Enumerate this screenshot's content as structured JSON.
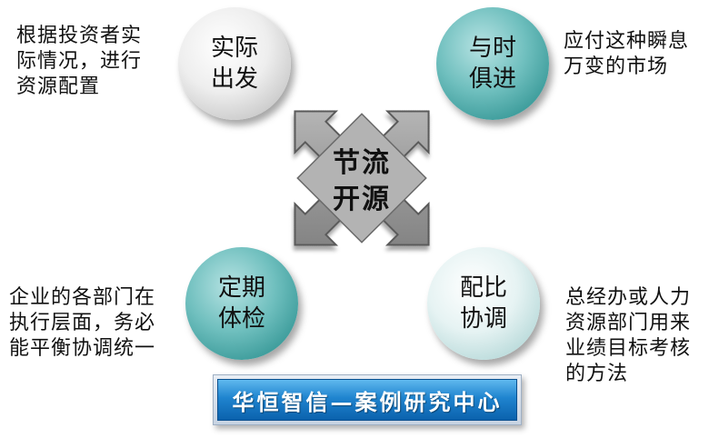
{
  "center": {
    "text": "节流\n开源"
  },
  "nodes": [
    {
      "id": "top-left",
      "label": "实际\n出发",
      "note": "根据投资者实\n际情况，进行\n资源配置"
    },
    {
      "id": "top-right",
      "label": "与时\n俱进",
      "note": "应付这种瞬息\n万变的市场"
    },
    {
      "id": "bottom-left",
      "label": "定期\n体检",
      "note": "企业的各部门在\n执行层面，务必\n能平衡协调统一"
    },
    {
      "id": "bottom-right",
      "label": "配比\n协调",
      "note": "总经办或人力\n资源部门用来\n业绩目标考核\n的方法"
    }
  ],
  "banner": {
    "text": "华恒智信—案例研究中心"
  },
  "colors": {
    "arrow_fill": "#9a9a9a",
    "arrow_stroke": "#5a5a5a",
    "circle_gray": "#e8e8e8",
    "circle_teal": "#5fb2b1",
    "circle_light": "#d8ecec",
    "banner_blue": "#1a7fcc"
  }
}
